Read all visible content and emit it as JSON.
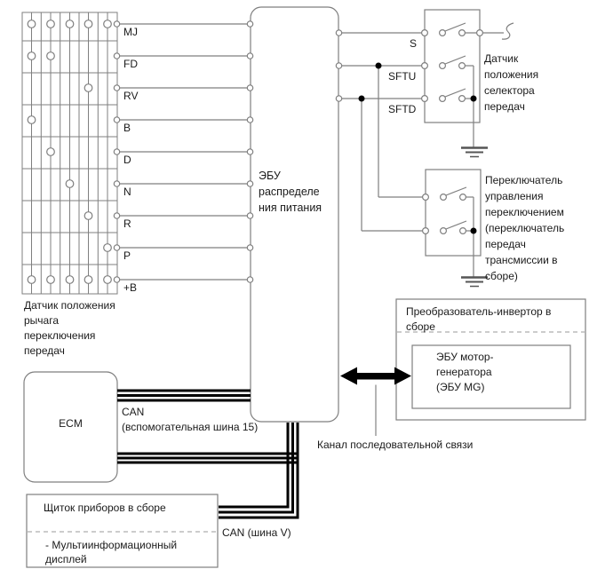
{
  "diagram": {
    "lever_sensor": {
      "label": "Датчик положения\nрычага\nпереключения\nпередач",
      "pins": [
        {
          "label": "MJ",
          "contacts": [
            1,
            2,
            3,
            4,
            5
          ]
        },
        {
          "label": "FD",
          "contacts": [
            1,
            2
          ]
        },
        {
          "label": "RV",
          "contacts": [
            4
          ]
        },
        {
          "label": "B",
          "contacts": [
            1
          ]
        },
        {
          "label": "D",
          "contacts": [
            2
          ]
        },
        {
          "label": "N",
          "contacts": [
            3
          ]
        },
        {
          "label": "R",
          "contacts": [
            4
          ]
        },
        {
          "label": "P",
          "contacts": [
            5
          ]
        },
        {
          "label": "+B",
          "contacts": [
            1,
            2,
            3,
            4,
            5
          ]
        }
      ]
    },
    "power_ecu": {
      "label": "ЭБУ\nраспределе\nния питания"
    },
    "selector_sensor": {
      "label": "Датчик\nположения\nселектора\nпередач",
      "pins": [
        "S",
        "SFTU",
        "SFTD"
      ]
    },
    "shift_switch": {
      "label": "Переключатель\nуправления\nпереключением\n(переключатель\nпередач\nтрансмиссии в\nсборе)"
    },
    "inverter": {
      "label": "Преобразователь-инвертор в\nсборе",
      "mg_ecu": "ЭБУ мотор-\nгенератора\n(ЭБУ MG)"
    },
    "serial_link": {
      "label": "Канал последовательной связи"
    },
    "ecm": {
      "label": "ECM"
    },
    "can_aux": {
      "label": "CAN\n(вспомогательная шина 15)"
    },
    "can_v": {
      "label": "CAN (шина V)"
    },
    "instrument_panel": {
      "title": "Щиток приборов в сборе",
      "item": "- Мультиинформационный\nдисплей"
    }
  },
  "colors": {
    "line": "#7f7f7f",
    "text": "#1a1a1a",
    "bus": "#000000"
  }
}
